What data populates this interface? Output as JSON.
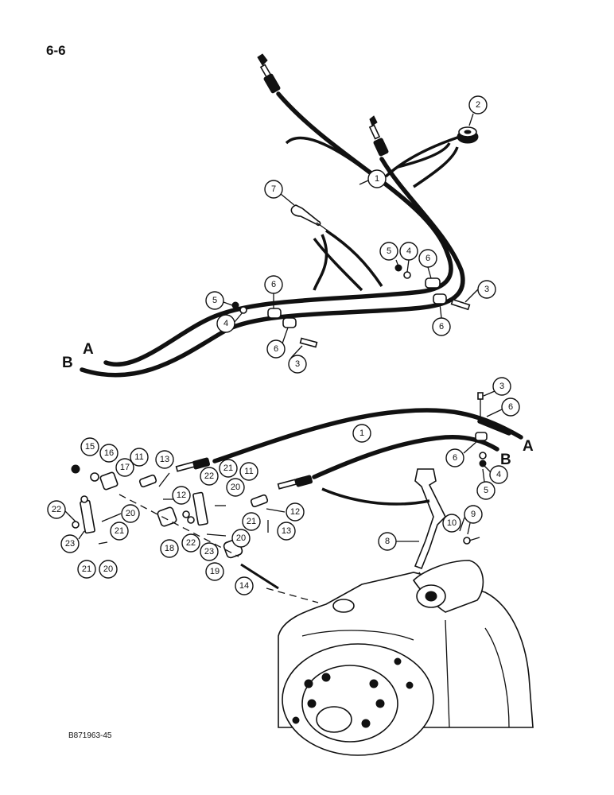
{
  "page_number": "6-6",
  "figure_id": "B871963-45",
  "end_labels": [
    "A",
    "B"
  ],
  "callouts": [
    "1",
    "2",
    "3",
    "4",
    "5",
    "6",
    "7",
    "8",
    "9",
    "10",
    "11",
    "12",
    "13",
    "14",
    "15",
    "16",
    "17",
    "18",
    "19",
    "20",
    "21",
    "22",
    "23"
  ]
}
